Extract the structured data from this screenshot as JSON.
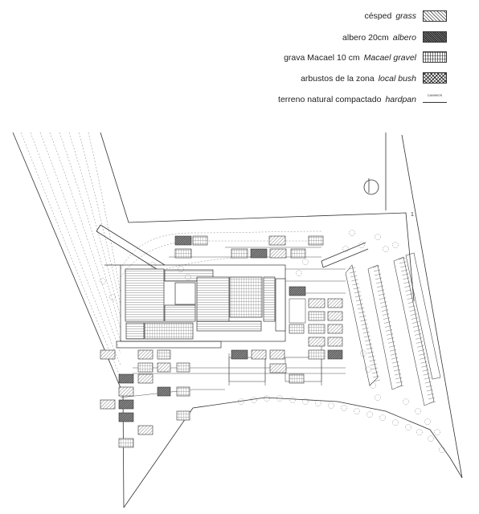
{
  "legend": {
    "items": [
      {
        "es": "césped",
        "en": "grass",
        "pattern": "grass"
      },
      {
        "es": "albero 20cm",
        "en": "albero",
        "pattern": "albero"
      },
      {
        "es": "grava Macael 10 cm",
        "en": "Macael gravel",
        "pattern": "gravel"
      },
      {
        "es": "arbustos de la zona",
        "en": "local bush",
        "pattern": "bush"
      },
      {
        "es": "terreno natural compactado",
        "en": "hardpan",
        "pattern": "hardpan"
      }
    ],
    "hardpan_swatch_text": "CAMINOS"
  },
  "plan": {
    "section_marker": "1",
    "line_color": "#333333",
    "hatch_dark": "#555555"
  }
}
